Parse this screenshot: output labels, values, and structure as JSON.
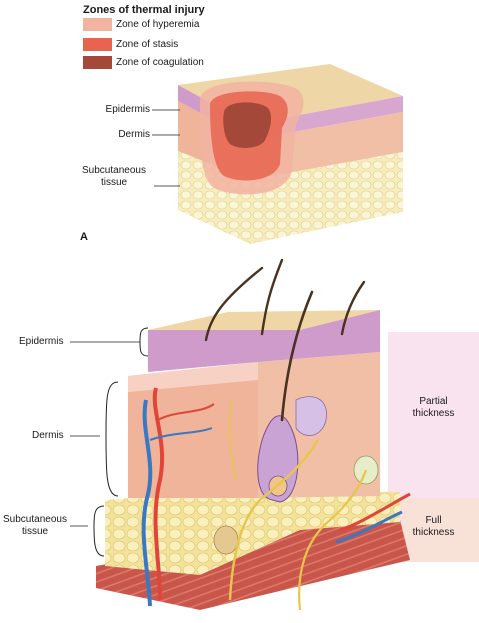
{
  "legend": {
    "title": "Zones of thermal injury",
    "items": [
      {
        "label": "Zone of hyperemia",
        "color": "#f2b3a1"
      },
      {
        "label": "Zone of stasis",
        "color": "#e8644f"
      },
      {
        "label": "Zone of coagulation",
        "color": "#a4493a"
      }
    ]
  },
  "panel_a": {
    "marker": "A",
    "labels": {
      "epidermis": "Epidermis",
      "dermis": "Dermis",
      "subcutaneous_line1": "Subcutaneous",
      "subcutaneous_line2": "tissue"
    }
  },
  "panel_b": {
    "labels": {
      "epidermis": "Epidermis",
      "dermis": "Dermis",
      "subcutaneous_line1": "Subcutaneous",
      "subcutaneous_line2": "tissue"
    },
    "depth": {
      "partial_line1": "Partial",
      "partial_line2": "thickness",
      "full_line1": "Full",
      "full_line2": "thickness"
    }
  },
  "colors": {
    "skin_top": "#efd6a6",
    "epidermis_band": "#cf9bcb",
    "dermis": "#efb49a",
    "subcutaneous": "#f7eec4",
    "muscle": "#c9564a",
    "artery": "#e0453a",
    "vein": "#3a78c2",
    "nerve": "#e8c64a",
    "hair": "#4a3220",
    "partial_band": "#f9e3ee",
    "full_band": "#f8e2d8"
  }
}
